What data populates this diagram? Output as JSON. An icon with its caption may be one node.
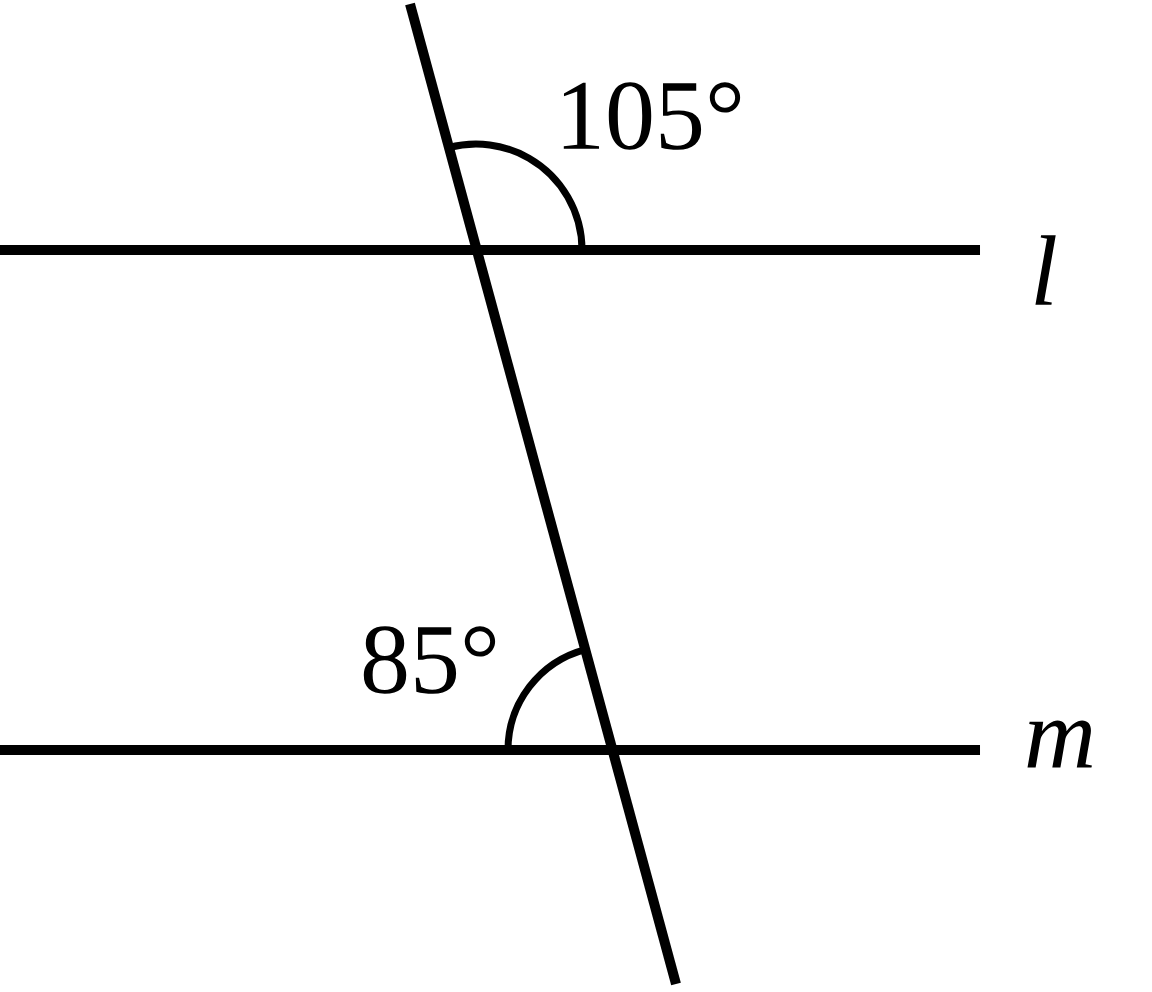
{
  "diagram": {
    "labels": [
      "105°",
      "l",
      "85°",
      "m"
    ]
  }
}
